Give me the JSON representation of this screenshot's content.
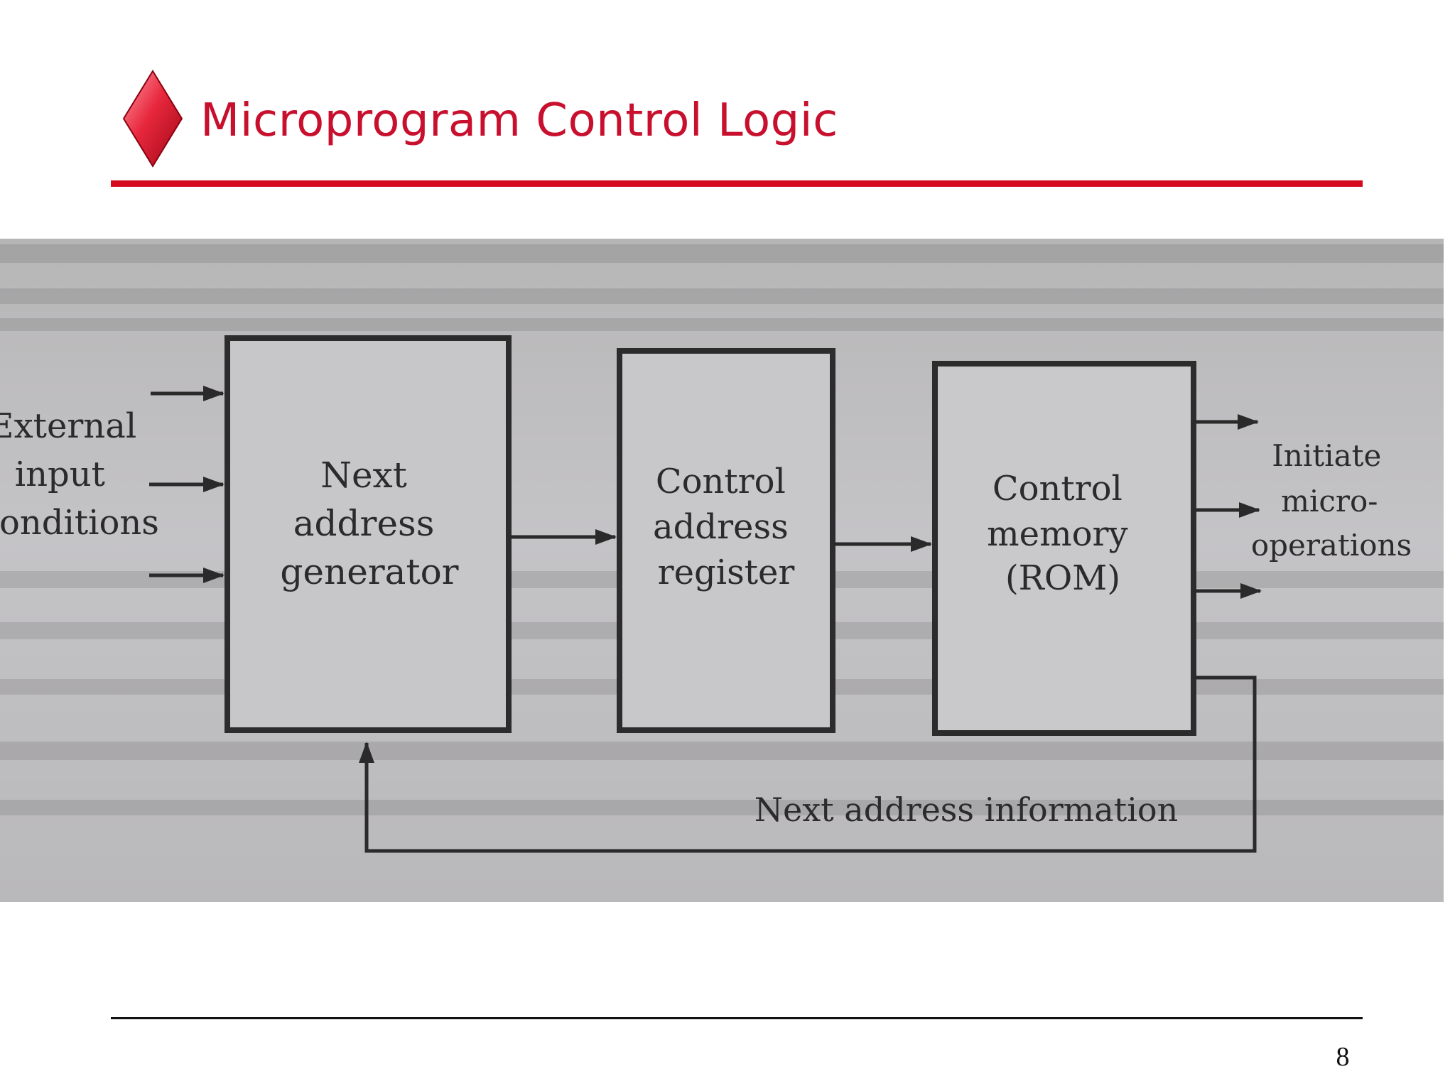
{
  "slide": {
    "title": "Microprogram Control Logic",
    "page_number": "8",
    "title_color": "#c8102e",
    "rule_color": "#d50a1e"
  },
  "diagram": {
    "external_input_label": [
      "External",
      "input",
      "conditions"
    ],
    "next_address_generator": [
      "Next",
      "address",
      "generator"
    ],
    "control_address_register": [
      "Control",
      "address",
      "register"
    ],
    "control_memory": [
      "Control",
      "memory",
      "(ROM)"
    ],
    "initiate_label": [
      "Initiate",
      "micro-",
      "operations"
    ],
    "feedback_label": "Next address information"
  }
}
